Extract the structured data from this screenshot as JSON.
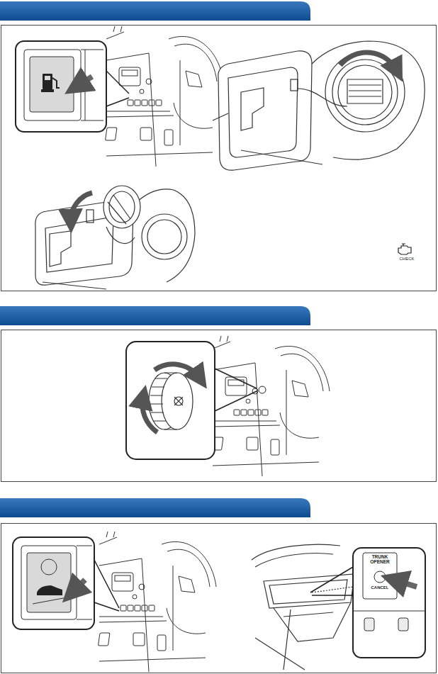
{
  "diagram": {
    "labels": [
      "CHECK",
      "TRUNK OPENER",
      "CANCEL"
    ]
  }
}
